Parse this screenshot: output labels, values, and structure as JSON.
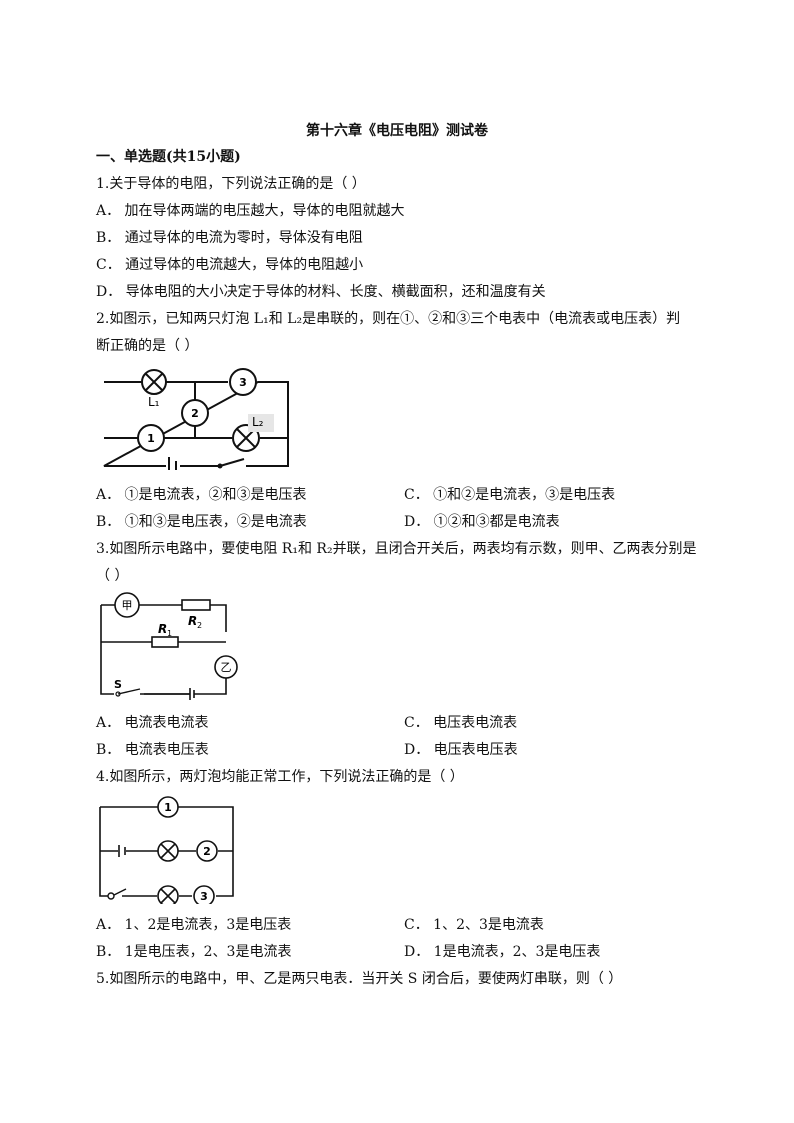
{
  "title": "第十六章《电压电阻》测试卷",
  "section": "一、单选题(共15小题)",
  "questions": [
    {
      "stem": "1.关于导体的电阻，下列说法正确的是（  ）",
      "options": {
        "A": "A．  加在导体两端的电压越大，导体的电阻就越大",
        "B": "B．  通过导体的电流为零时，导体没有电阻",
        "C": "C．  通过导体的电流越大，导体的电阻越小",
        "D": "D．  导体电阻的大小决定于导体的材料、长度、横截面积，还和温度有关"
      }
    },
    {
      "stem_line1": "2.如图示，已知两只灯泡 L₁和 L₂是串联的，则在①、②和③三个电表中（电流表或电压表）判",
      "stem_line2": "断正确的是（  ）",
      "figure": {
        "meter1": "1",
        "meter2": "2",
        "meter3": "3",
        "lamp1": "L₁",
        "lamp2": "L₂"
      },
      "options": {
        "A": "A．  ①是电流表，②和③是电压表",
        "B": "B．  ①和③是电压表，②是电流表",
        "C": "C．  ①和②是电流表，③是电压表",
        "D": "D．  ①②和③都是电流表"
      }
    },
    {
      "stem_line1": "3.如图所示电路中，要使电阻 R₁和 R₂并联，且闭合开关后，两表均有示数，则甲、乙两表分别是",
      "stem_line2": "（  ）",
      "figure": {
        "meter_jia": "甲",
        "meter_yi": "乙",
        "r1": "R",
        "r1_sub": "1",
        "r2": "R",
        "r2_sub": "2",
        "switch": "S"
      },
      "options": {
        "A": "A．  电流表电流表",
        "B": "B．  电流表电压表",
        "C": "C．  电压表电流表",
        "D": "D．  电压表电压表"
      }
    },
    {
      "stem": "4.如图所示，两灯泡均能正常工作，下列说法正确的是（  ）",
      "figure": {
        "meter1": "1",
        "meter2": "2",
        "meter3": "3"
      },
      "options": {
        "A": "A．  1、2是电流表，3是电压表",
        "B": "B．  1是电压表，2、3是电流表",
        "C": "C．  1、2、3是电流表",
        "D": "D．  1是电流表，2、3是电压表"
      }
    },
    {
      "stem": "5.如图所示的电路中，甲、乙是两只电表．当开关 S 闭合后，要使两灯串联，则（  ）"
    }
  ]
}
